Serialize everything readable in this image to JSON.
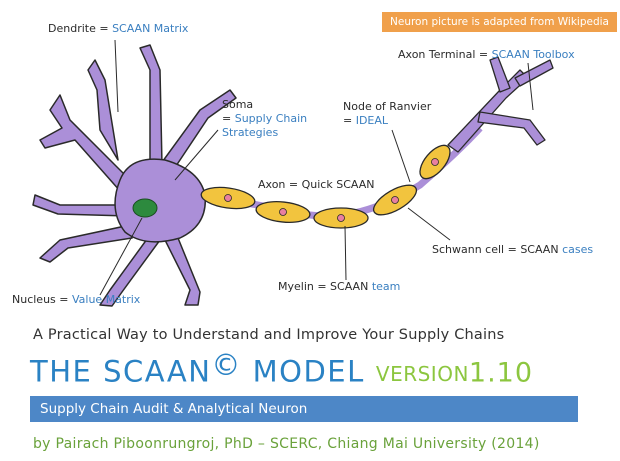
{
  "source_badge": "Neuron picture is adapted from Wikipedia",
  "labels": {
    "dendrite": {
      "term": "Dendrite = ",
      "value": "SCAAN Matrix"
    },
    "soma": {
      "term": "Soma",
      "prefix": "= ",
      "value1": "Supply Chain",
      "value2": "Strategies"
    },
    "node": {
      "term": "Node of Ranvier",
      "prefix": "= ",
      "value": "IDEAL"
    },
    "axon_terminal": {
      "term": "Axon Terminal = ",
      "value": "SCAAN Toolbox"
    },
    "axon": {
      "term": "Axon = Quick SCAAN"
    },
    "nucleus": {
      "term": "Nucleus = ",
      "value": "Value Matrix"
    },
    "myelin": {
      "term": "Myelin = SCAAN ",
      "value": "team"
    },
    "schwann": {
      "term": "Schwann cell = SCAAN ",
      "value": "cases"
    }
  },
  "tagline": "A Practical Way to Understand and Improve Your Supply Chains",
  "model": {
    "title_a": "THE SCAAN",
    "copyright": "©",
    "title_b": " MODEL",
    "version_word": "VERSION",
    "version_number": "1.10"
  },
  "subtitle_bar": "Supply Chain Audit & Analytical Neuron",
  "byline": "by Pairach Piboonrungroj, PhD – SCERC, Chiang Mai University (2014)",
  "colors": {
    "neuron": "#ab8fd8",
    "neuron_outline": "#2a2a2a",
    "myelin": "#f2c43e",
    "nucleus": "#2d8a3e",
    "badge": "#f0a04b",
    "title_blue": "#2a82c4",
    "version_green": "#8cc63f",
    "bar_blue": "#4d87c7",
    "byline_green": "#6aa23b",
    "label_blue": "#3a7fc0"
  }
}
